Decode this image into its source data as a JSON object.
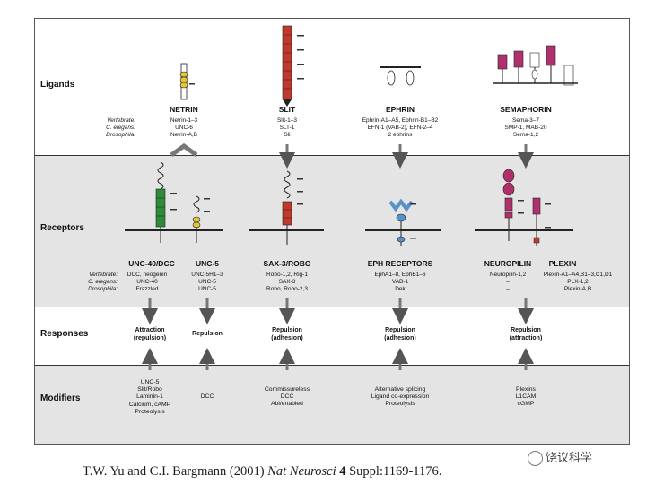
{
  "rows": {
    "ligands": "Ligands",
    "receptors": "Receptors",
    "responses": "Responses",
    "modifiers": "Modifiers"
  },
  "species": {
    "vertebrate": "Vertebrate:",
    "elegans": "C. elegans:",
    "drosophila": "Drosophila:"
  },
  "ligands": [
    {
      "title": "NETRIN",
      "names": [
        "Netrin-1–3",
        "UNC-6",
        "Netrin-A,B"
      ]
    },
    {
      "title": "SLIT",
      "names": [
        "Slit-1–3",
        "SLT-1",
        "Sli"
      ]
    },
    {
      "title": "EPHRIN",
      "names": [
        "Ephrin-A1–A5, Ephrin-B1–B2",
        "EFN-1 (VAB-2), EFN-2–4",
        "2 ephrins"
      ]
    },
    {
      "title": "SEMAPHORIN",
      "names": [
        "Sema-3–7",
        "SMP-1, MAB-20",
        "Sema-1,2"
      ]
    }
  ],
  "receptors": [
    {
      "title": "UNC-40/DCC",
      "names": [
        "DCC, neogenin",
        "UNC-40",
        "Frazzled"
      ]
    },
    {
      "title": "UNC-5",
      "names": [
        "UNC-5H1–3",
        "UNC-5",
        "UNC-5"
      ]
    },
    {
      "title": "SAX-3/ROBO",
      "names": [
        "Robo-1,2, Rig-1",
        "SAX-3",
        "Robo, Robo-2,3"
      ]
    },
    {
      "title": "EPH RECEPTORS",
      "names": [
        "EphA1–8, EphB1–6",
        "VAB-1",
        "Dek"
      ]
    },
    {
      "title": "NEUROPILIN",
      "names": [
        "Neuropilin-1,2",
        "–",
        "–"
      ]
    },
    {
      "title": "PLEXIN",
      "names": [
        "Plexin-A1–A4,B1–3,C1,D1",
        "PLX-1,2",
        "Plexin-A,B"
      ]
    }
  ],
  "responses": [
    [
      "Attraction",
      "(repulsion)"
    ],
    [
      "Repulsion"
    ],
    [
      "Repulsion",
      "(adhesion)"
    ],
    [
      "Repulsion",
      "(adhesion)"
    ],
    [
      "Repulsion",
      "(attraction)"
    ]
  ],
  "modifiers": [
    [
      "UNC-5",
      "Slit/Robo",
      "Laminin-1",
      "Calcium, cAMP",
      "Proteolysis"
    ],
    [
      "DCC"
    ],
    [
      "Commissureless",
      "DCC",
      "Abl/enabled"
    ],
    [
      "Alternative splicing",
      "Ligand co-expression",
      "Proteolysis"
    ],
    [
      "Plexins",
      "L1CAM",
      "cGMP"
    ]
  ],
  "citation": {
    "authors": "T.W. Yu and C.I. Bargmann (2001) ",
    "journal": "Nat Neurosci",
    "volume": " 4",
    "pages": " Suppl:1169-1176."
  },
  "watermark": "饶议科学",
  "colors": {
    "green": "#2e8b3a",
    "red": "#c0392b",
    "magenta": "#b0306e",
    "blue": "#5a8fc8",
    "yellow": "#e3c53a",
    "band": "#e4e4e4"
  }
}
